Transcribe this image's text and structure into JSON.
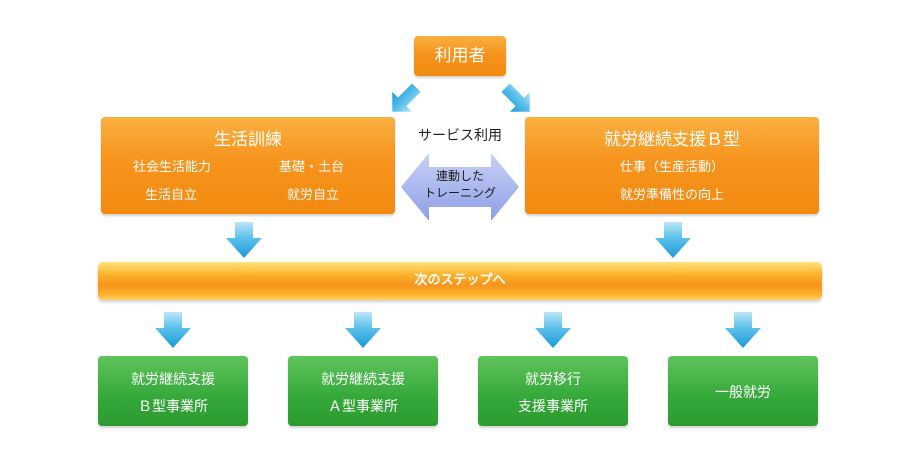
{
  "user": {
    "label": "利用者"
  },
  "service_label": "サービス利用",
  "left": {
    "title": "生活訓練",
    "items": [
      "社会生活能力",
      "基礎・土台",
      "生活自立",
      "就労自立"
    ]
  },
  "right": {
    "title": "就労継続支援Ｂ型",
    "lines": [
      "仕事（生産活動）",
      "就労準備性の向上"
    ]
  },
  "middle": {
    "lines": [
      "連動した",
      "トレーニング"
    ]
  },
  "next_step": "次のステップへ",
  "outcomes": [
    {
      "lines": [
        "就労継続支援",
        "Ｂ型事業所"
      ]
    },
    {
      "lines": [
        "就労継続支援",
        "Ａ型事業所"
      ]
    },
    {
      "lines": [
        "就労移行",
        "支援事業所"
      ]
    },
    {
      "lines": [
        "一般就労"
      ]
    }
  ],
  "colors": {
    "orange": "#f7941d",
    "green": "#35a83a",
    "arrow_blue": "#29a8e0",
    "middle_arrow": "#9fb0ea"
  }
}
